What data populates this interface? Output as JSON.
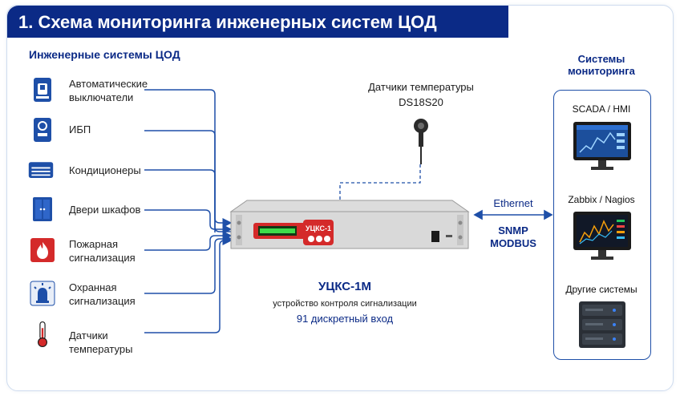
{
  "title": "1. Схема мониторинга инженерных систем ЦОД",
  "left_section": {
    "title": "Инженерные системы ЦОД",
    "items": [
      {
        "label": "Автоматические выключатели",
        "icon": "circuit-breaker-icon"
      },
      {
        "label": "ИБП",
        "icon": "ups-icon"
      },
      {
        "label": "Кондиционеры",
        "icon": "air-conditioner-icon"
      },
      {
        "label": "Двери шкафов",
        "icon": "cabinet-door-icon"
      },
      {
        "label": "Пожарная сигнализация",
        "icon": "fire-alarm-icon"
      },
      {
        "label": "Охранная сигнализация",
        "icon": "security-alarm-icon"
      },
      {
        "label": "Датчики температуры",
        "icon": "thermometer-icon"
      }
    ]
  },
  "sensor": {
    "line1": "Датчики температуры",
    "line2": "DS18S20"
  },
  "device": {
    "badge": "УЦКС-1",
    "name": "УЦКС-1М",
    "description": "устройство контроля сигнализации",
    "inputs": "91 дискретный вход"
  },
  "connection": {
    "ethernet": "Ethernet",
    "protocol1": "SNMP",
    "protocol2": "MODBUS"
  },
  "right_section": {
    "title_line1": "Системы",
    "title_line2": "мониторинга",
    "systems": [
      {
        "label": "SCADA / HMI"
      },
      {
        "label": "Zabbix / Nagios"
      },
      {
        "label": "Другие системы"
      }
    ]
  },
  "colors": {
    "navy": "#0b2a86",
    "blue": "#1e4fa8",
    "red": "#d42a2a",
    "green_display": "#3ddc4a"
  }
}
